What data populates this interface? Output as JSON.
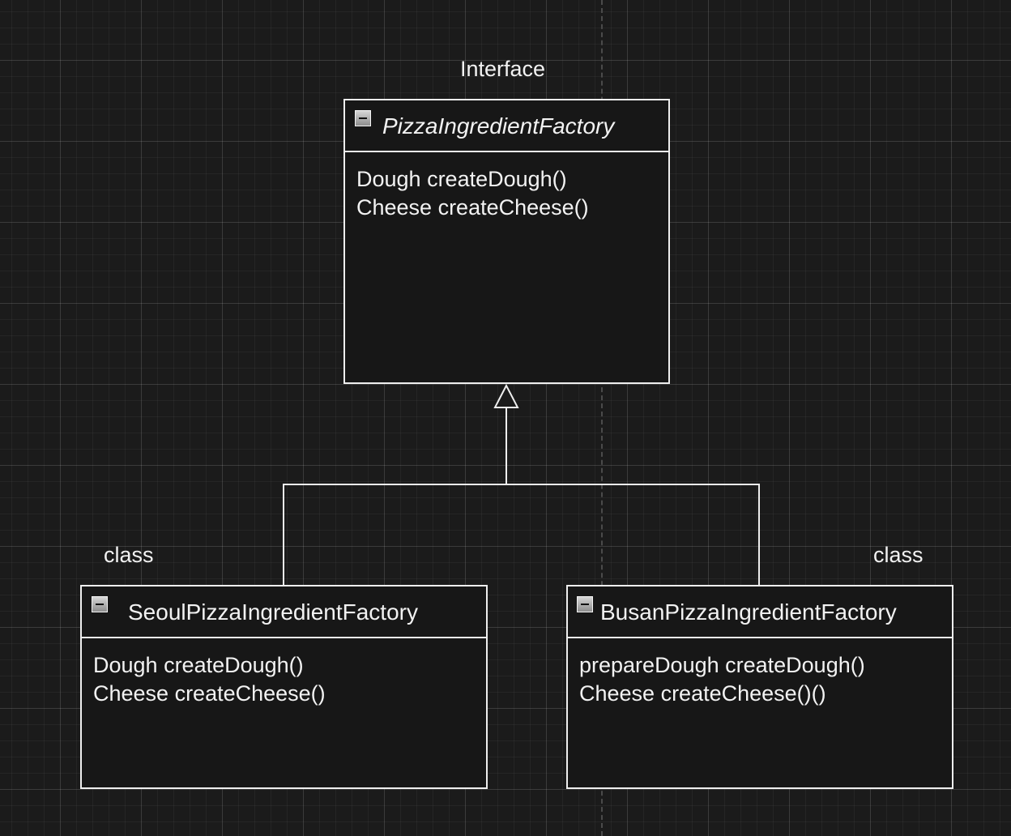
{
  "diagram": {
    "interface": {
      "stereotype": "Interface",
      "name": "PizzaIngredientFactory",
      "methods": [
        "Dough createDough()",
        "Cheese createCheese()"
      ]
    },
    "seoul": {
      "stereotype": "class",
      "name": "SeoulPizzaIngredientFactory",
      "methods": [
        "Dough createDough()",
        "Cheese createCheese()"
      ]
    },
    "busan": {
      "stereotype": "class",
      "name": "BusanPizzaIngredientFactory",
      "methods": [
        "prepareDough createDough()",
        "Cheese createCheese()()"
      ]
    },
    "relationship": "generalization",
    "colors": {
      "background": "#1b1b1b",
      "stroke": "#eeeeee",
      "text": "#f2f2f2"
    }
  }
}
